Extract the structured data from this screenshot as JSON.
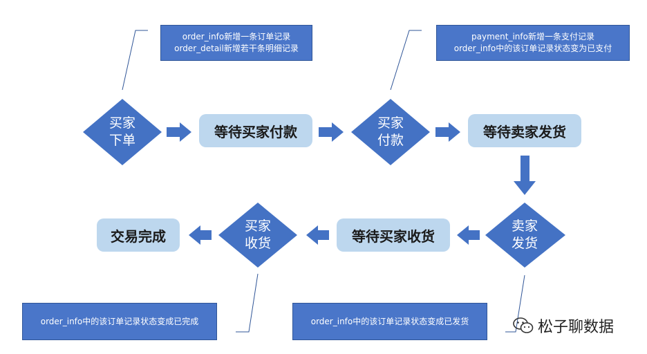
{
  "diagram": {
    "nodes": [
      {
        "id": "buyer-place-order",
        "kind": "decision",
        "lines": [
          "买家",
          "下单"
        ]
      },
      {
        "id": "await-buyer-payment",
        "kind": "state",
        "lines": [
          "等待买家付款"
        ]
      },
      {
        "id": "buyer-pay",
        "kind": "decision",
        "lines": [
          "买家",
          "付款"
        ]
      },
      {
        "id": "await-seller-ship",
        "kind": "state",
        "lines": [
          "等待卖家发货"
        ]
      },
      {
        "id": "seller-ship",
        "kind": "decision",
        "lines": [
          "卖家",
          "发货"
        ]
      },
      {
        "id": "await-buyer-receive",
        "kind": "state",
        "lines": [
          "等待买家收货"
        ]
      },
      {
        "id": "buyer-receive",
        "kind": "decision",
        "lines": [
          "买家",
          "收货"
        ]
      },
      {
        "id": "transaction-complete",
        "kind": "state",
        "lines": [
          "交易完成"
        ]
      }
    ],
    "notes": [
      {
        "id": "note-place-order",
        "lines": [
          "order_info新增一条订单记录",
          "order_detail新增若干条明细记录"
        ]
      },
      {
        "id": "note-payment",
        "lines": [
          "payment_info新增一条支付记录",
          "order_info中的该订单记录状态变为已支付"
        ]
      },
      {
        "id": "note-complete",
        "lines": [
          "order_info中的该订单记录状态变成已完成"
        ]
      },
      {
        "id": "note-shipped",
        "lines": [
          "order_info中的该订单记录状态变成已发货"
        ]
      }
    ]
  },
  "watermark": {
    "text": "松子聊数据",
    "icon": "wechat-icon"
  },
  "colors": {
    "primary": "#4472c4",
    "note_fill": "#4a76c9",
    "state_fill": "#bdd7ee",
    "callout_line": "#2f5597"
  }
}
